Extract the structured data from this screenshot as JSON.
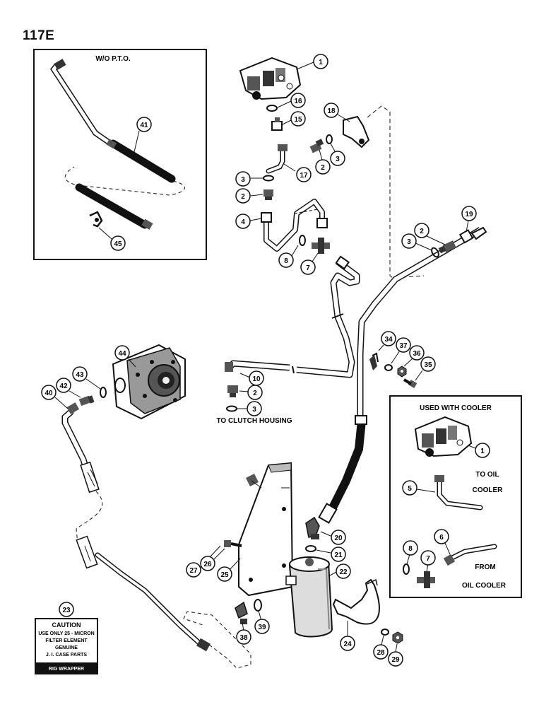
{
  "page_number": "117E",
  "inset_wo_pto": {
    "title": "W/O P.T.O."
  },
  "inset_cooler": {
    "title": "USED WITH COOLER",
    "to_oil": "TO OIL",
    "cooler_1": "COOLER",
    "from": "FROM",
    "oil_cooler": "OIL COOLER"
  },
  "to_clutch_housing": "TO CLUTCH HOUSING",
  "caution_decal": {
    "title": "CAUTION",
    "line1": "USE ONLY 25 - MICRON",
    "line2": "FILTER ELEMENT",
    "line3": "GENUINE",
    "line4": "J. I. CASE PARTS",
    "footer": "RIG WRAPPER"
  },
  "callouts": {
    "c1": "1",
    "c16": "16",
    "c18": "18",
    "c15": "15",
    "c3a": "3",
    "c2a": "2",
    "c17": "17",
    "c3b": "3",
    "c2b": "2",
    "c4": "4",
    "c19": "19",
    "c2c": "2",
    "c3c": "3",
    "c8a": "8",
    "c7a": "7",
    "c41": "41",
    "c45": "45",
    "c44": "44",
    "c43": "43",
    "c42": "42",
    "c40": "40",
    "c34": "34",
    "c37": "37",
    "c36": "36",
    "c35": "35",
    "c10": "10",
    "c2d": "2",
    "c3d": "3",
    "c1b": "1",
    "c5": "5",
    "c6": "6",
    "c8b": "8",
    "c7b": "7",
    "c20": "20",
    "c21": "21",
    "c22": "22",
    "c26": "26",
    "c27": "27",
    "c25": "25",
    "c23": "23",
    "c38": "38",
    "c39": "39",
    "c24": "24",
    "c28": "28",
    "c29": "29"
  }
}
